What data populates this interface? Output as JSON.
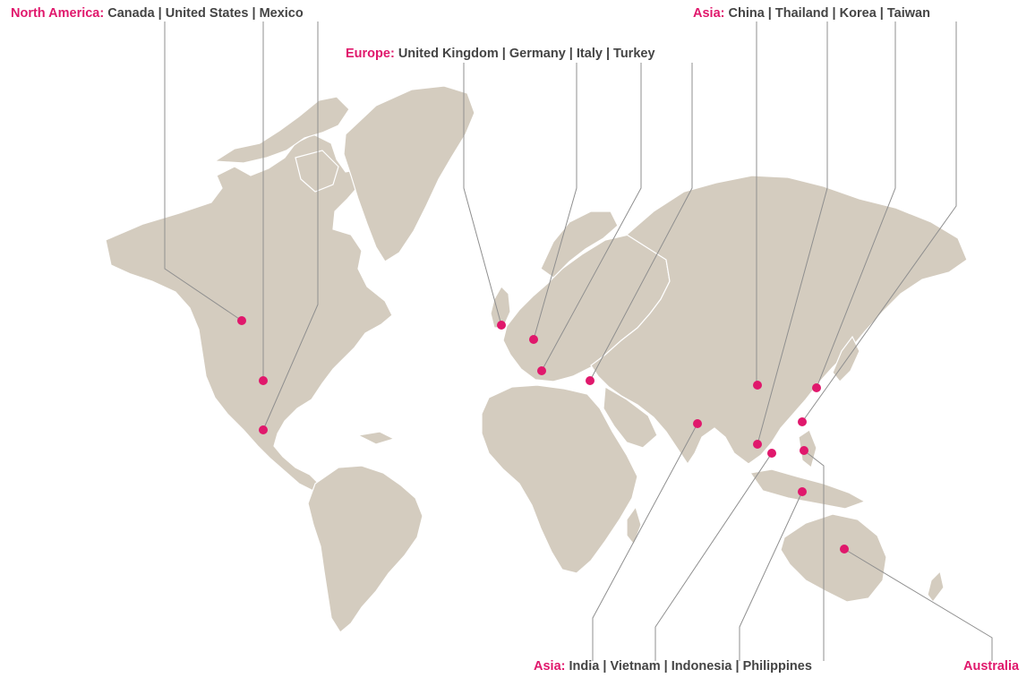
{
  "colors": {
    "land": "#d4ccbf",
    "pin": "#e0186c",
    "leader": "#8f8f8f",
    "text": "#444444",
    "region": "#e0186c"
  },
  "groups": {
    "north_america": {
      "region": "North America:",
      "countries": [
        "Canada",
        "United States",
        "Mexico"
      ]
    },
    "europe": {
      "region": "Europe:",
      "countries": [
        "United Kingdom",
        "Germany",
        "Italy",
        "Turkey"
      ]
    },
    "asia_north": {
      "region": "Asia:",
      "countries": [
        "China",
        "Thailand",
        "Korea",
        "Taiwan"
      ]
    },
    "asia_south": {
      "region": "Asia:",
      "countries": [
        "India",
        "Vietnam",
        "Indonesia",
        "Philippines"
      ]
    },
    "australia": {
      "region": "Australia",
      "countries": []
    }
  },
  "separator": " | "
}
